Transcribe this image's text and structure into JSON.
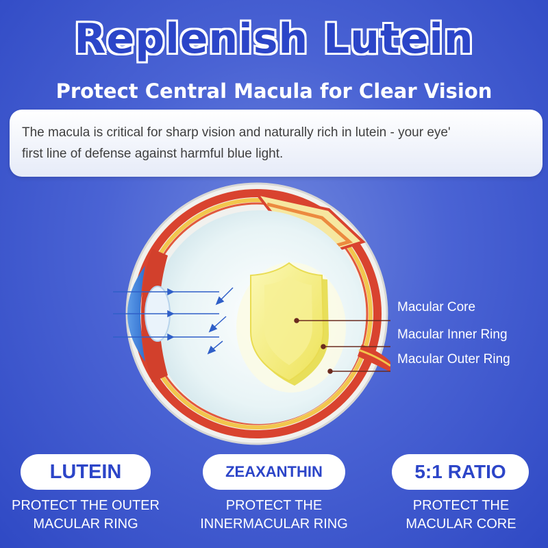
{
  "title": "Replenish Lutein",
  "subtitle": "Protect Central Macula for Clear Vision",
  "description": {
    "line1": "The macula is critical for sharp vision and naturally rich in lutein - your eye'",
    "line2": "first line of defense against harmful blue light."
  },
  "labels": {
    "core": "Macular Core",
    "inner": "Macular Inner Ring",
    "outer": "Macular Outer Ring"
  },
  "columns": [
    {
      "badge": "LUTEIN",
      "caption1": "PROTECT THE OUTER",
      "caption2": "MACULAR RING"
    },
    {
      "badge": "ZEAXANTHIN",
      "caption1": "PROTECT THE",
      "caption2": "INNERMACULAR RING"
    },
    {
      "badge": "5:1 RATIO",
      "caption1": "PROTECT THE",
      "caption2": "MACULAR CORE"
    }
  ],
  "colors": {
    "accent": "#2c45c8",
    "sclera_red": "#d9432f",
    "macula_yellow": "#f4f07a",
    "cornea_blue": "#4a8ce0"
  },
  "icons": [
    "eye-illustration-icon",
    "shield-icon",
    "arrow-icon"
  ]
}
